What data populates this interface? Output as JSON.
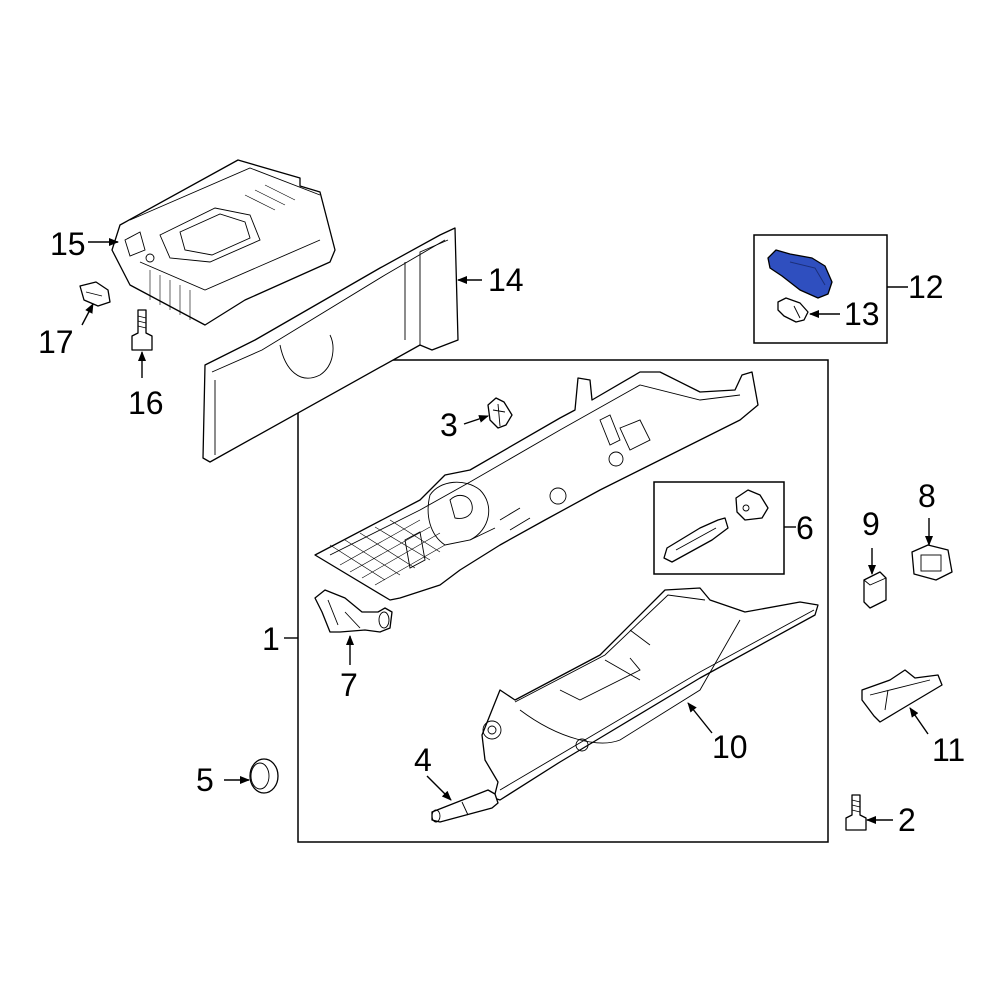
{
  "callouts": {
    "c1": "1",
    "c2": "2",
    "c3": "3",
    "c4": "4",
    "c5": "5",
    "c6": "6",
    "c7": "7",
    "c8": "8",
    "c9": "9",
    "c10": "10",
    "c11": "11",
    "c12": "12",
    "c13": "13",
    "c14": "14",
    "c15": "15",
    "c16": "16",
    "c17": "17"
  },
  "colors": {
    "highlight_part": "#2f4fbf",
    "line": "#000000",
    "background": "#ffffff"
  }
}
